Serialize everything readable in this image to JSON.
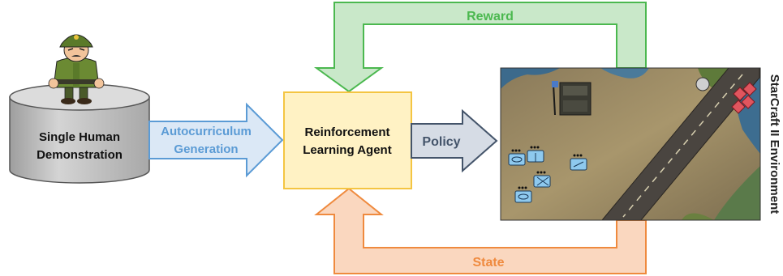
{
  "labels": {
    "reward": "Reward",
    "state": "State",
    "policy": "Policy",
    "autocurriculum_line1": "Autocurriculum",
    "autocurriculum_line2": "Generation",
    "agent_line1": "Reinforcement",
    "agent_line2": "Learning Agent",
    "demo_line1": "Single Human",
    "demo_line2": "Demonstration",
    "environment": "StarCraft II Environment"
  },
  "colors": {
    "reward": "#4bb84f",
    "state": "#ef8a3e",
    "autocurriculum": "#5b9bd5",
    "policy": "#44546a",
    "agent_fill": "#fff2c4",
    "agent_border": "#f4c542",
    "demo_fill": "#c8c8c8"
  },
  "icons": {
    "soldier": "soldier-icon",
    "environment_scene": "starcraft-map-scene"
  }
}
